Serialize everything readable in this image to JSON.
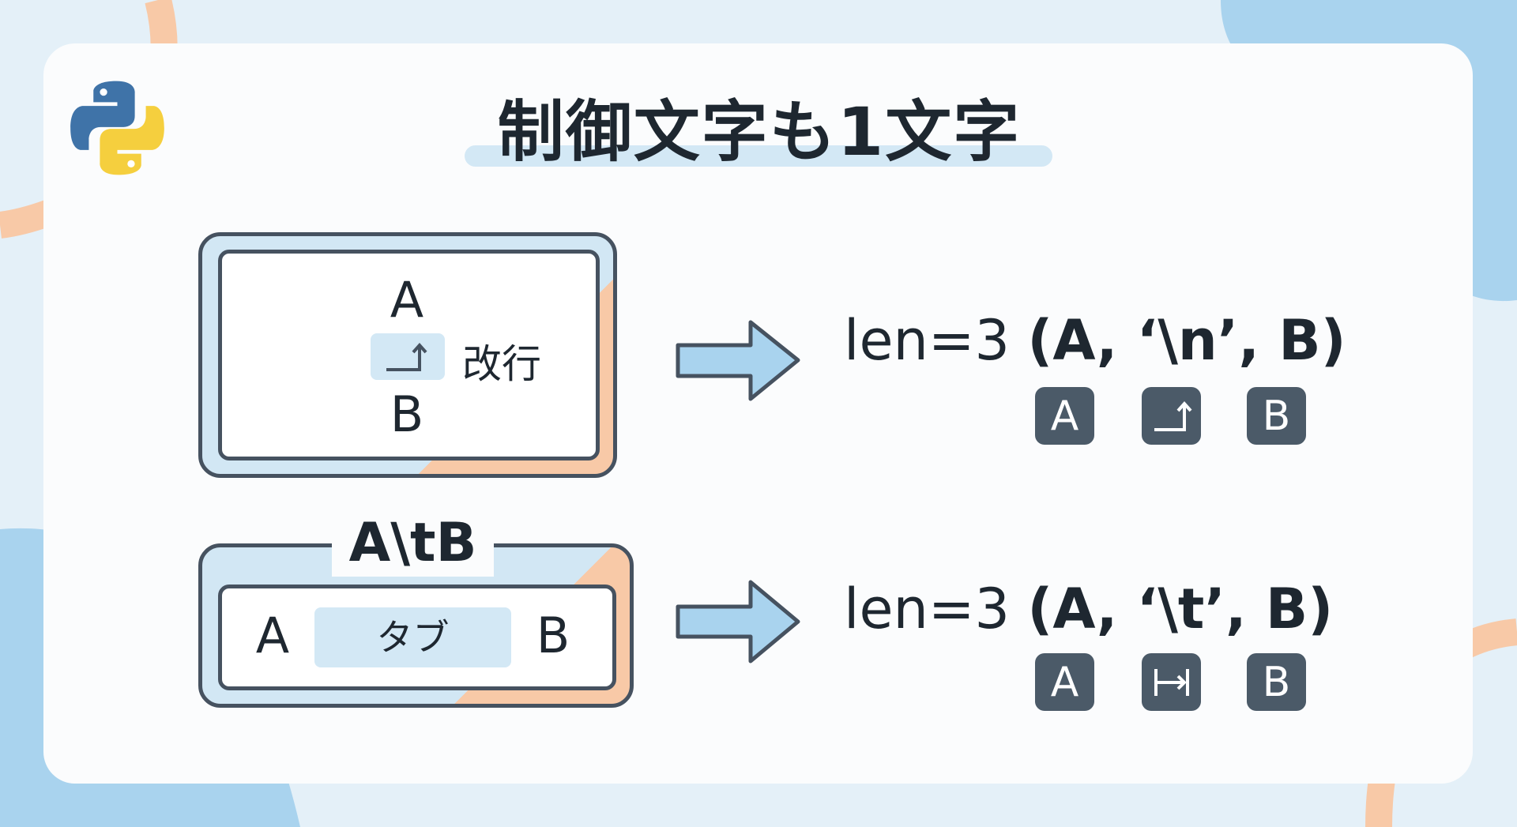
{
  "title": "制御文字も1文字",
  "newline_example": {
    "top_char": "A",
    "bottom_char": "B",
    "control_label": "改行",
    "result_prefix": "len=3 ",
    "result_tuple": "(A, ‘\\n’, B)",
    "keys": [
      "A",
      "newline-icon",
      "B"
    ]
  },
  "tab_example": {
    "source": "A\\tB",
    "left_char": "A",
    "right_char": "B",
    "control_label": "タブ",
    "result_prefix": "len=3 ",
    "result_tuple": "(A, ‘\\t’, B)",
    "keys": [
      "A",
      "tab-icon",
      "B"
    ]
  },
  "colors": {
    "accent_blue": "#a9d3ee",
    "accent_orange": "#f8c9a7",
    "dark": "#4b5a68"
  }
}
